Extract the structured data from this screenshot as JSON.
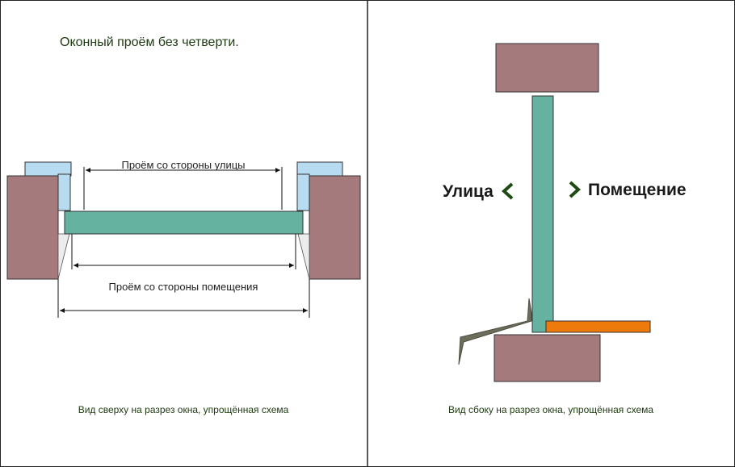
{
  "left_panel": {
    "title": "Оконный проём без четверти.",
    "label_street": "Проём со стороны улицы",
    "label_room": "Проём со стороны помещения",
    "caption": "Вид сверху на разрез окна, упрощённая схема"
  },
  "right_panel": {
    "label_street": "Улица",
    "label_room": "Помещение",
    "caption": "Вид сбоку на разрез окна, упрощённая схема"
  },
  "colors": {
    "brick": "#a57a7c",
    "frame": "#66b2a0",
    "slope": "#b7dcf1",
    "sill": "#ef7a0c",
    "dark_green_text": "#1d3a10",
    "chevron": "#1f4a14"
  }
}
